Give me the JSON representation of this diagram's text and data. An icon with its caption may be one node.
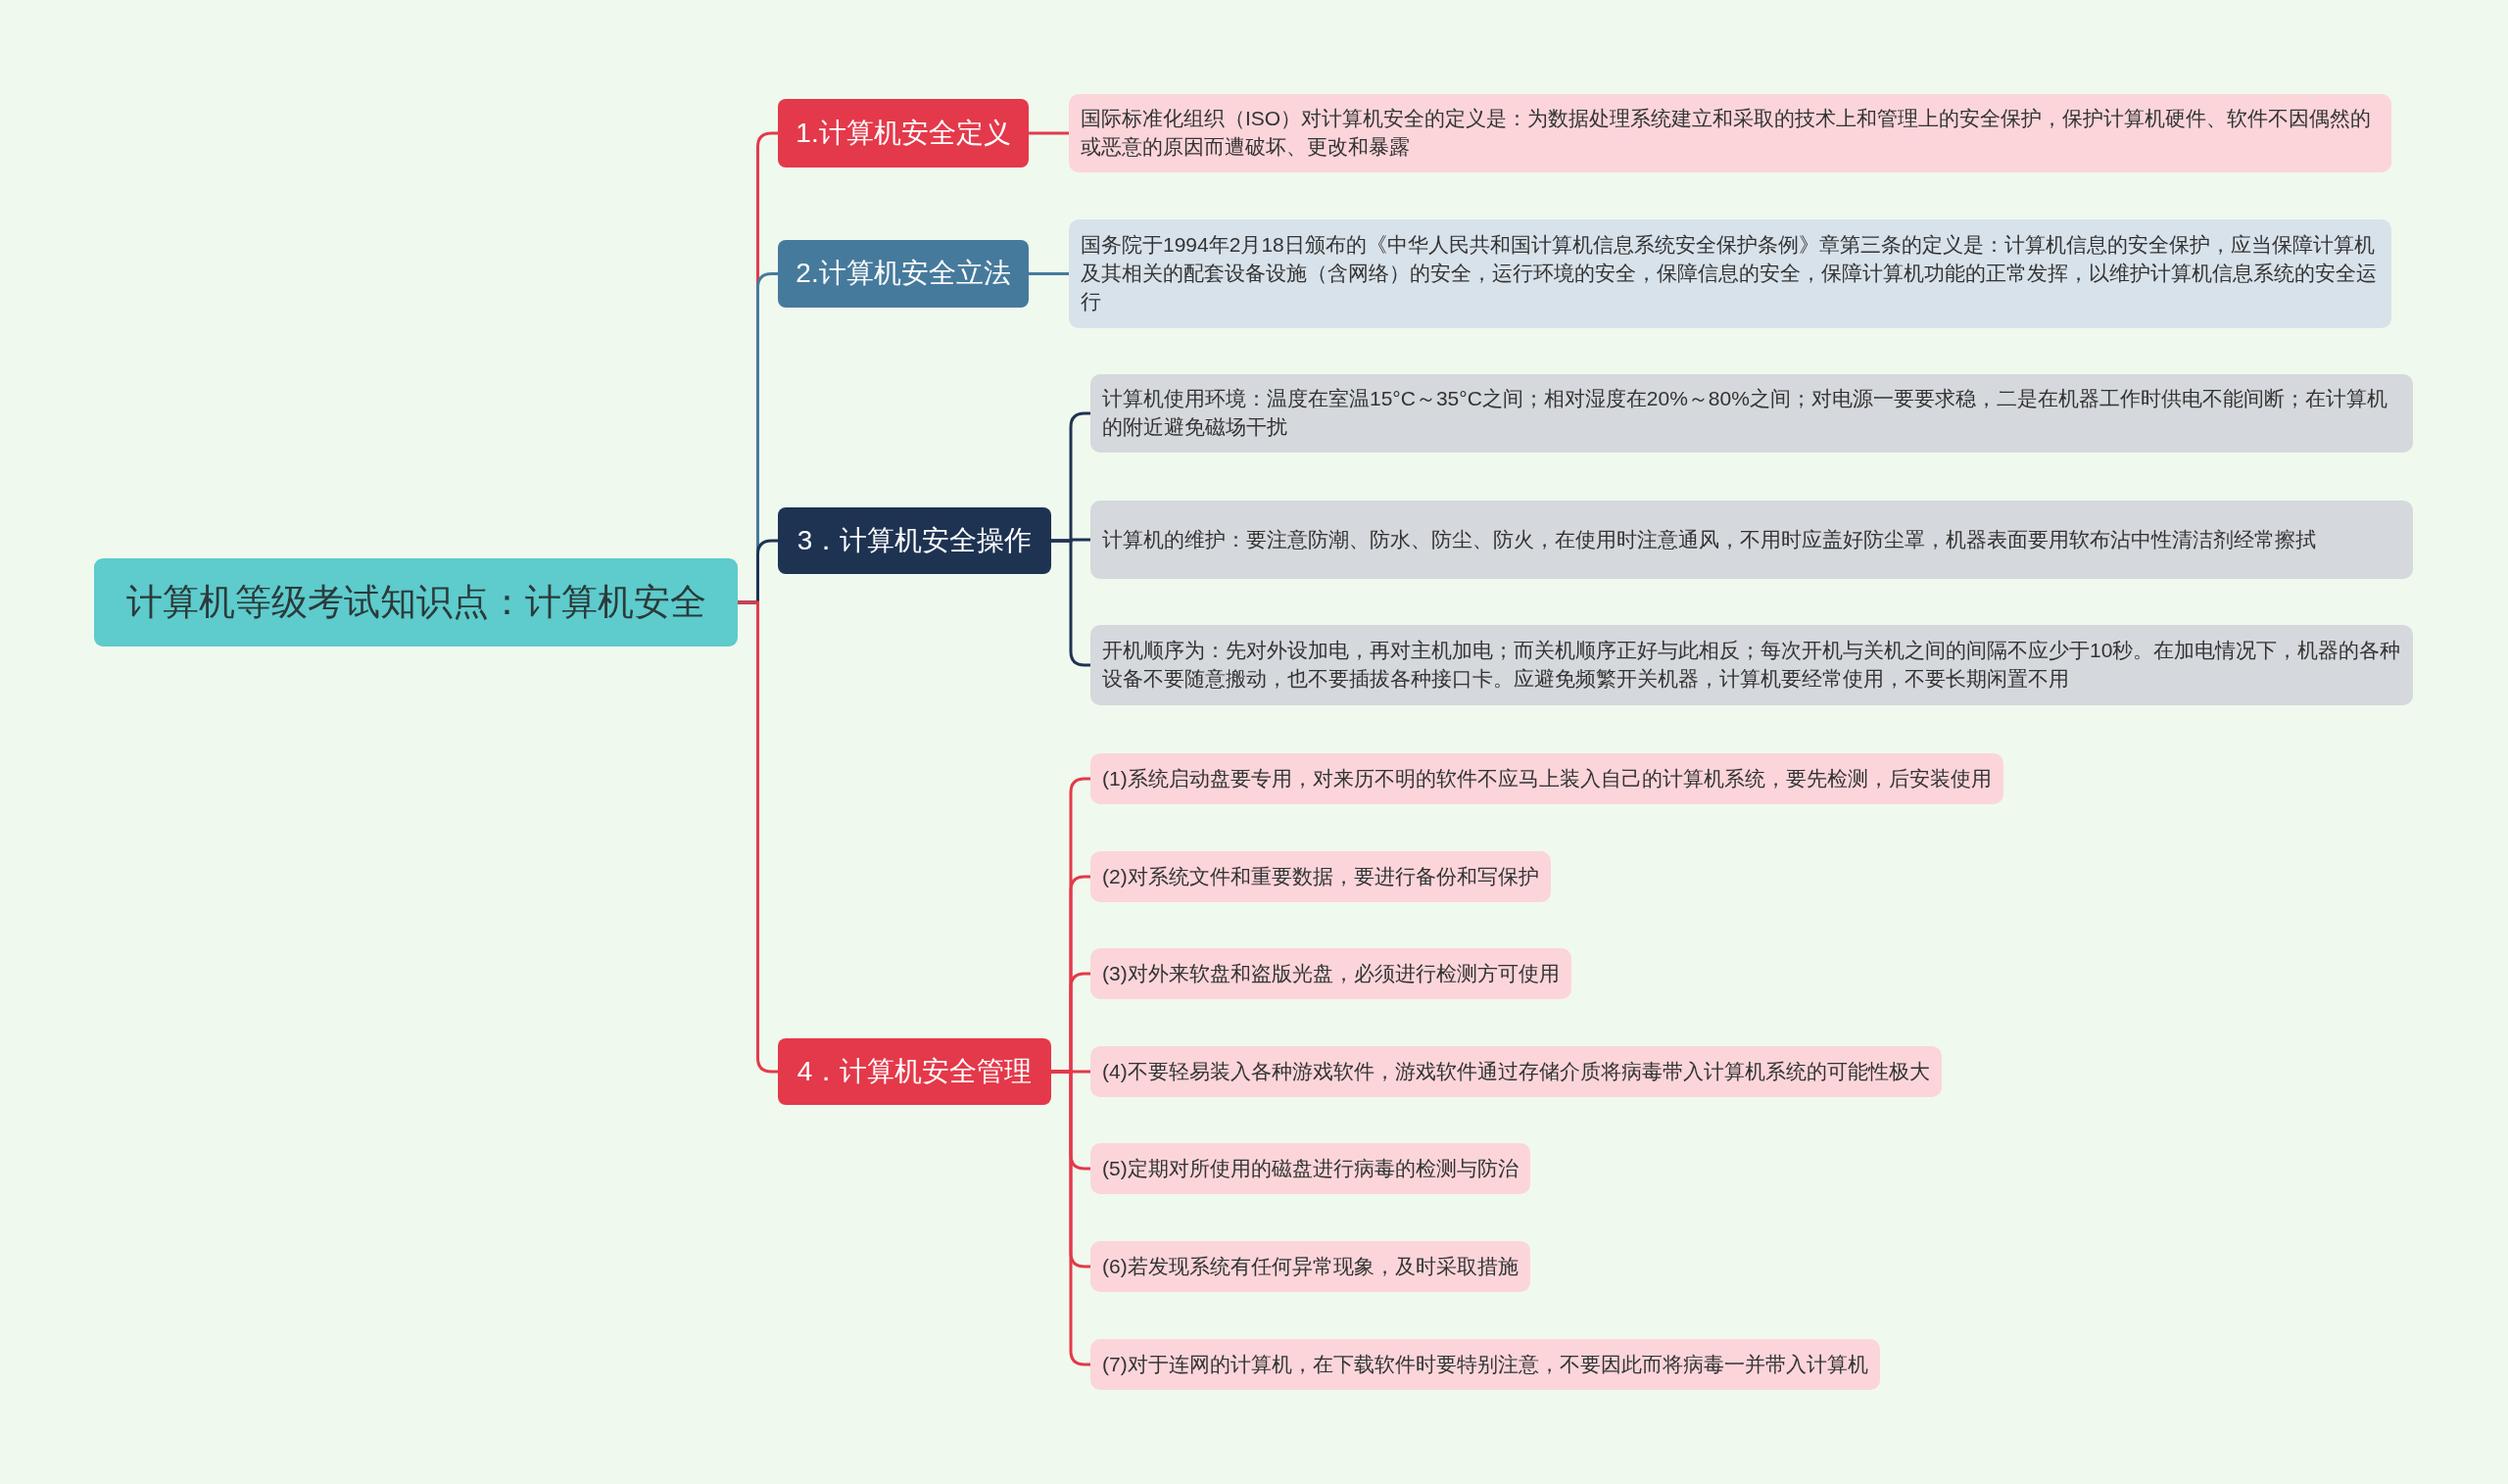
{
  "diagram": {
    "nodes": [
      {
        "text": [
          "计算机等级考试知识点：计算机安全"
        ]
      },
      {
        "text": [
          "1.计算机安全定义"
        ]
      },
      {
        "text": [
          "国际标准化组织（ISO）对计算机安全的定义是：为数据处理系统建立和采取的技术上和管理上的安全保护，保护计算机硬件、软件不因偶然的或恶意的原因而遭破坏、更改和暴露"
        ]
      },
      {
        "text": [
          "2.计算机安全立法"
        ]
      },
      {
        "text": [
          "国务院于1994年2月18日颁布的《中华人民共和国计算机信息系统安全保护条例》章第三条的定义是：计算机信息的安全保护，应当保障计算机及其相关的配套设备设施（含网络）的安全，运行环境的安全，保障信息的安全，保障计算机功能的正常发挥，以维护计算机信息系统的安全运行"
        ]
      },
      {
        "text": [
          "3．计算机安全操作"
        ]
      },
      {
        "text": [
          "计算机使用环境：温度在室温15°C～35°C之间；相对湿度在20%～80%之间；对电源一要要求稳，二是在机器工作时供电不能间断；在计算机的附近避免磁场干扰"
        ]
      },
      {
        "text": [
          "计算机的维护：要注意防潮、防水、防尘、防火，在使用时注意通风，不用时应盖好防尘罩，机器表面要用软布沾中性清洁剂经常擦拭"
        ]
      },
      {
        "text": [
          "开机顺序为：先对外设加电，再对主机加电；而关机顺序正好与此相反；每次开机与关机之间的间隔不应少于10秒。在加电情况下，机器的各种设备不要随意搬动，也不要插拔各种接口卡。应避免频繁开关机器，计算机要经常使用，不要长期闲置不用"
        ]
      },
      {
        "text": [
          "4．计算机安全管理"
        ]
      },
      {
        "text": [
          "(1)系统启动盘要专用，对来历不明的软件不应马上装入自己的计算机系统，要先检测，后安装使用"
        ]
      },
      {
        "text": [
          "(2)对系统文件和重要数据，要进行备份和写保护"
        ]
      },
      {
        "text": [
          "(3)对外来软盘和盗版光盘，必须进行检测方可使用"
        ]
      },
      {
        "text": [
          "(4)不要轻易装入各种游戏软件，游戏软件通过存储介质将病毒带入计算机系统的可能性极大"
        ]
      },
      {
        "text": [
          "(5)定期对所使用的磁盘进行病毒的检测与防治"
        ]
      },
      {
        "text": [
          "(6)若发现系统有任何异常现象，及时采取措施"
        ]
      },
      {
        "text": [
          "(7)对于连网的计算机，在下载软件时要特别注意，不要因此而将病毒一并带入计算机"
        ]
      }
    ],
    "edges": [
      {
        "from": 0,
        "to": 1,
        "arrow": "none"
      },
      {
        "from": 0,
        "to": 3,
        "arrow": "none",
        "color": "#467a9c"
      },
      {
        "from": 0,
        "to": 5,
        "arrow": "none",
        "color": "#1e3352"
      },
      {
        "from": 0,
        "to": 9,
        "arrow": "none"
      },
      {
        "from": 1,
        "to": 2,
        "arrow": "none"
      },
      {
        "from": 3,
        "to": 4,
        "arrow": "none",
        "color": "#467a9c"
      },
      {
        "from": 5,
        "to": 6,
        "arrow": "none",
        "color": "#1e3352"
      },
      {
        "from": 5,
        "to": 7,
        "arrow": "none",
        "color": "#1e3352"
      },
      {
        "from": 5,
        "to": 8,
        "arrow": "none",
        "color": "#1e3352"
      },
      {
        "from": 9,
        "to": 10,
        "arrow": "none"
      },
      {
        "from": 9,
        "to": 11,
        "arrow": "none"
      },
      {
        "from": 9,
        "to": 12,
        "arrow": "none"
      },
      {
        "from": 9,
        "to": 13,
        "arrow": "none"
      },
      {
        "from": 9,
        "to": 14,
        "arrow": "none"
      },
      {
        "from": 9,
        "to": 15,
        "arrow": "none"
      },
      {
        "from": 9,
        "to": 16,
        "arrow": "none"
      }
    ]
  }
}
